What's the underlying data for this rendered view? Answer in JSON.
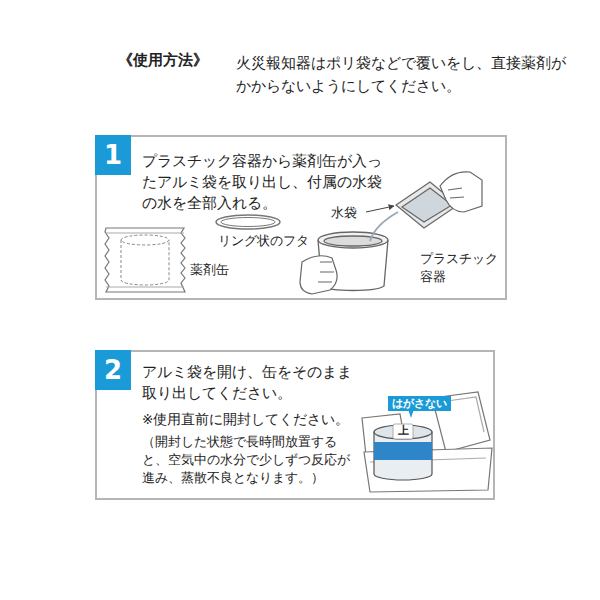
{
  "diagram": {
    "title": "《使用方法》",
    "nodes": [
      {
        "text": [
          "プラスチック容器から薬剤缶が入ったアルミ袋を取り出し、付属の水袋の水を全部入れる。"
        ]
      },
      {
        "text": [
          "1"
        ],
        "in": 0
      },
      {
        "text": [
          "アルミ袋を開け、缶をそのまま取り出してください。",
          "※使用直前に開封してください。",
          "（開封した状態で長時間放置すると、空気中の水分で少しずつ反応が進み、蒸散不良となります。）"
        ]
      },
      {
        "text": [
          "2"
        ],
        "in": 2
      },
      {
        "text": [
          "はがさない"
        ],
        "in": 2
      }
    ],
    "labels": [
      "火災報知器はポリ袋などで覆いをし、直接薬剤がかからないようにしてください。",
      "リング状のフタ",
      "水袋",
      "薬剤缶",
      "プラスチック容器",
      "上"
    ]
  }
}
